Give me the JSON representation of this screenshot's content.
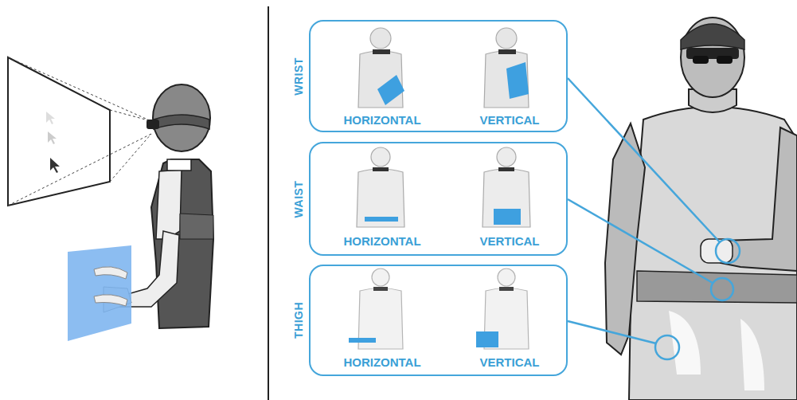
{
  "diagram": {
    "nodes": [
      {
        "text": [
          "WRIST",
          "HORIZONTAL",
          "VERTICAL"
        ]
      },
      {
        "text": [
          "WAIST",
          "HORIZONTAL",
          "VERTICAL"
        ]
      },
      {
        "text": [
          "THIGH",
          "HORIZONTAL",
          "VERTICAL"
        ]
      }
    ]
  }
}
